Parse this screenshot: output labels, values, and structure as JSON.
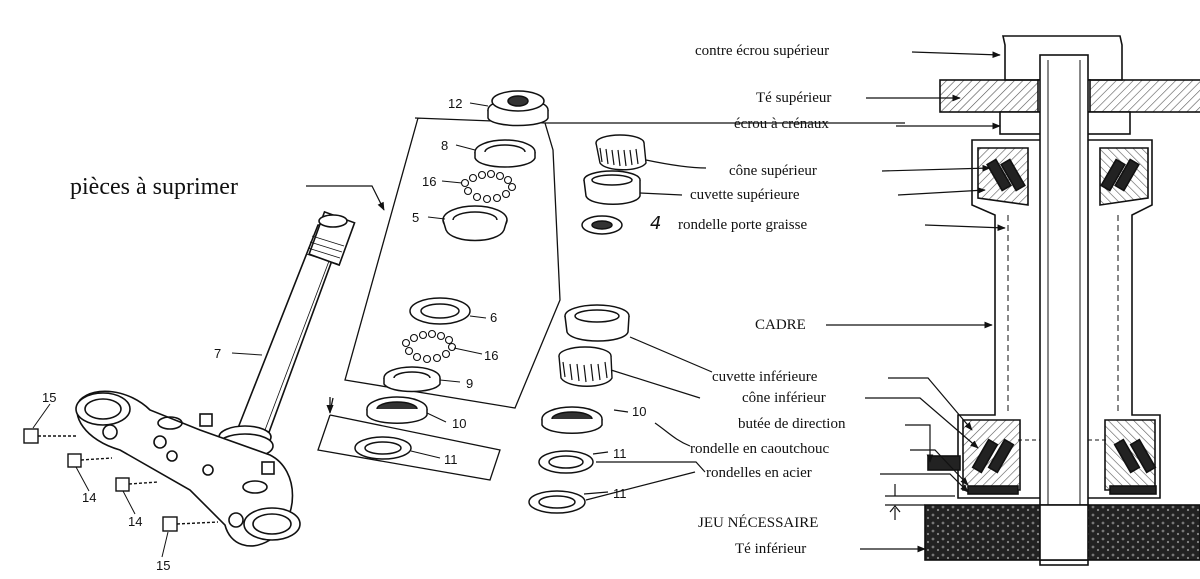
{
  "title_note": "pièces à suprimer",
  "labels": {
    "contre_ecrou": "contre écrou supérieur",
    "te_superieur": "Té supérieur",
    "ecrou_creneaux": "écrou à crénaux",
    "cone_superieur": "cône supérieur",
    "cuvette_superieure": "cuvette supérieure",
    "rondelle_porte_graisse": "rondelle porte graisse",
    "handwritten_4": "4",
    "cadre": "CADRE",
    "cuvette_inferieure": "cuvette inférieure",
    "cone_inferieur": "cône inférieur",
    "butee_direction": "butée de direction",
    "rondelle_caoutchouc": "rondelle en caoutchouc",
    "rondelles_acier": "rondelles en acier",
    "jeu_necessaire": "JEU NÉCESSAIRE",
    "te_inferieur": "Té inférieur"
  },
  "part_numbers": {
    "p12": "12",
    "p8": "8",
    "p16a": "16",
    "p5": "5",
    "p6": "6",
    "p16b": "16",
    "p9": "9",
    "p10a": "10",
    "p11a": "11",
    "p10b": "10",
    "p11b": "11",
    "p11c": "11",
    "p7": "7",
    "p15a": "15",
    "p14a": "14",
    "p14b": "14",
    "p15b": "15"
  },
  "colors": {
    "ink": "#111111",
    "paper": "#ffffff",
    "hatch": "#555555"
  }
}
